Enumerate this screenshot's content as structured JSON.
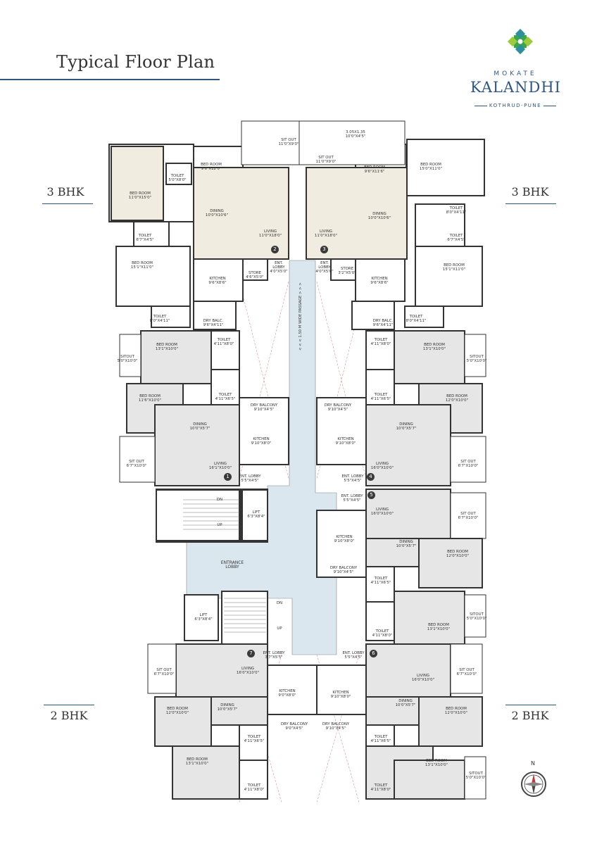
{
  "header": {
    "title": "Typical Floor Plan"
  },
  "logo": {
    "top": "MOKATE",
    "name": "KALANDHI",
    "sub": "KOTHRUD-PUNE"
  },
  "bhk": {
    "top_left": "3 BHK",
    "top_right": "3 BHK",
    "bottom_left": "2 BHK",
    "bottom_right": "2 BHK"
  },
  "compass": {
    "north": "N"
  },
  "plan": {
    "passage": "< < < 1.50 M WIDE PASSAGE > > >",
    "lobby": "ENTRANCE\nLOBBY",
    "lift1": "LIFT\n6'3\"X8'4\"",
    "lift2": "LIFT\n6'3\"X8'4\"",
    "stair1_dn": "DN",
    "stair1_up": "UP",
    "stair2_dn": "DN",
    "stair2_up": "UP",
    "units": [
      {
        "n": "2",
        "labels": [
          {
            "t": "SIT OUT\n11'0\"X9'0\""
          },
          {
            "t": "BED ROOM\n9'6\"X12'0\""
          },
          {
            "t": "TOILET\n5'0\"X8'0\""
          },
          {
            "t": "BED ROOM\n11'0\"X15'0\""
          },
          {
            "t": "DINING\n10'0\"X10'6\""
          },
          {
            "t": "LIVING\n11'0\"X18'0\""
          },
          {
            "t": "TOILET\n6'7\"X4'5\""
          },
          {
            "t": "ENT.\nLOBBY\n4'0\"X5'0\""
          },
          {
            "t": "BED ROOM\n15'1\"X11'0\""
          },
          {
            "t": "KITCHEN\n9'6\"X8'6\""
          },
          {
            "t": "STORE\n4'6\"X5'0\""
          },
          {
            "t": "TOILET\n8'0\"X4'11\""
          },
          {
            "t": "DRY BALC.\n9'6\"X4'11\""
          }
        ]
      },
      {
        "n": "3",
        "labels": [
          {
            "t": "3.05X1.35\n10'0\"X4'5\""
          },
          {
            "t": "SIT OUT\n11'0\"X9'0\""
          },
          {
            "t": "BED ROOM\n9'6\"X11'6\""
          },
          {
            "t": "BED ROOM\n15'0\"X11'0\""
          },
          {
            "t": "DINING\n10'0\"X10'6\""
          },
          {
            "t": "TOILET\n8'0\"X4'11\""
          },
          {
            "t": "LIVING\n11'0\"X18'0\""
          },
          {
            "t": "TOILET\n6'7\"X4'5\""
          },
          {
            "t": "ENT.\nLOBBY\n4'0\"X5'0\""
          },
          {
            "t": "STORE\n3'2\"X5'0\""
          },
          {
            "t": "KITCHEN\n9'6\"X8'6\""
          },
          {
            "t": "BED ROOM\n15'1\"X11'0\""
          },
          {
            "t": "DRY BALC.\n9'6\"X4'11\""
          },
          {
            "t": "TOILET\n8'0\"X4'11\""
          }
        ]
      },
      {
        "n": "1",
        "labels": [
          {
            "t": "SITOUT\n5'0\"X10'0\""
          },
          {
            "t": "BED ROOM\n13'1\"X10'0\""
          },
          {
            "t": "TOILET\n4'11\"X8'0\""
          },
          {
            "t": "BED ROOM\n11'6\"X10'0\""
          },
          {
            "t": "TOILET\n4'11\"X6'5\""
          },
          {
            "t": "DRY BALCONY\n9'10\"X4'5\""
          },
          {
            "t": "DINING\n10'0\"X5'7\""
          },
          {
            "t": "KITCHEN\n9'10\"X8'0\""
          },
          {
            "t": "SIT OUT\n6'7\"X10'0\""
          },
          {
            "t": "LIVING\n16'1\"X10'0\""
          },
          {
            "t": "ENT. LOBBY\n5'5\"X4'5\""
          }
        ]
      },
      {
        "n": "4",
        "labels": [
          {
            "t": "TOILET\n4'11\"X8'0\""
          },
          {
            "t": "BED ROOM\n13'1\"X10'0\""
          },
          {
            "t": "SITOUT\n5'0\"X10'0\""
          },
          {
            "t": "TOILET\n4'11\"X6'5\""
          },
          {
            "t": "BED ROOM\n12'0\"X10'0\""
          },
          {
            "t": "DRY BALCONY\n9'10\"X4'5\""
          },
          {
            "t": "DINING\n10'0\"X5'7\""
          },
          {
            "t": "KITCHEN\n9'10\"X8'0\""
          },
          {
            "t": "SIT OUT\n6'7\"X10'0\""
          },
          {
            "t": "LIVING\n16'0\"X10'0\""
          },
          {
            "t": "ENT. LOBBY\n5'5\"X4'5\""
          }
        ]
      },
      {
        "n": "5",
        "labels": [
          {
            "t": "ENT. LOBBY\n5'5\"X4'5\""
          },
          {
            "t": "LIVING\n16'0\"X10'0\""
          },
          {
            "t": "SIT OUT\n6'7\"X10'0\""
          },
          {
            "t": "KITCHEN\n9'10\"X8'0\""
          },
          {
            "t": "DINING\n10'0\"X5'7\""
          },
          {
            "t": "BED ROOM\n12'0\"X10'0\""
          },
          {
            "t": "DRY BALCONY\n9'10\"X4'5\""
          },
          {
            "t": "TOILET\n4'11\"X6'5\""
          },
          {
            "t": "BED ROOM\n13'1\"X10'0\""
          },
          {
            "t": "SITOUT\n5'0\"X10'0\""
          },
          {
            "t": "TOILET\n4'11\"X8'0\""
          }
        ]
      },
      {
        "n": "7",
        "labels": [
          {
            "t": "ENT. LOBBY\n3'7\"X5'5\""
          },
          {
            "t": "SIT OUT\n6'7\"X10'0\""
          },
          {
            "t": "LIVING\n16'0\"X10'0\""
          },
          {
            "t": "KITCHEN\n9'0\"X8'0\""
          },
          {
            "t": "BED ROOM\n12'0\"X10'0\""
          },
          {
            "t": "DINING\n10'0\"X5'7\""
          },
          {
            "t": "DRY BALCONY\n9'0\"X4'5\""
          },
          {
            "t": "TOILET\n4'11\"X6'5\""
          },
          {
            "t": "BED ROOM\n13'1\"X10'0\""
          },
          {
            "t": "TOILET\n4'11\"X8'0\""
          }
        ]
      },
      {
        "n": "6",
        "labels": [
          {
            "t": "ENT. LOBBY\n5'5\"X4'5\""
          },
          {
            "t": "SIT OUT\n6'7\"X10'0\""
          },
          {
            "t": "LIVING\n16'0\"X10'0\""
          },
          {
            "t": "KITCHEN\n9'10\"X8'0\""
          },
          {
            "t": "DINING\n10'0\"X5'7\""
          },
          {
            "t": "BED ROOM\n12'0\"X10'0\""
          },
          {
            "t": "DRY BALCONY\n9'10\"X4'5\""
          },
          {
            "t": "TOILET\n4'11\"X6'5\""
          },
          {
            "t": "BED ROOM\n13'1\"X10'0\""
          },
          {
            "t": "SITOUT\n5'0\"X10'0\""
          },
          {
            "t": "TOILET\n4'11\"X8'0\""
          }
        ]
      }
    ]
  },
  "colors": {
    "accent": "#2f5680",
    "logo_green": "#7dbb3c",
    "logo_teal": "#2d8fa0",
    "unit_3bhk": "#f1ece0",
    "unit_2bhk": "#e6e6e6",
    "passage": "#dbe7ef"
  }
}
